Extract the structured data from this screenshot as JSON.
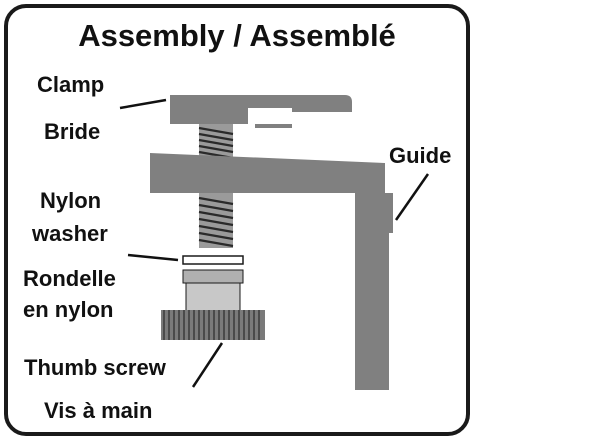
{
  "title": "Assembly / Assemblé",
  "labels": {
    "clamp_en": "Clamp",
    "clamp_fr": "Bride",
    "guide": "Guide",
    "washer_en_1": "Nylon",
    "washer_en_2": "washer",
    "washer_fr_1": "Rondelle",
    "washer_fr_2": "en nylon",
    "thumb_en": "Thumb screw",
    "thumb_fr": "Vis à main"
  },
  "colors": {
    "part_gray": "#808080",
    "light_gray": "#c8c8c8",
    "outline": "#1a1a1a"
  }
}
